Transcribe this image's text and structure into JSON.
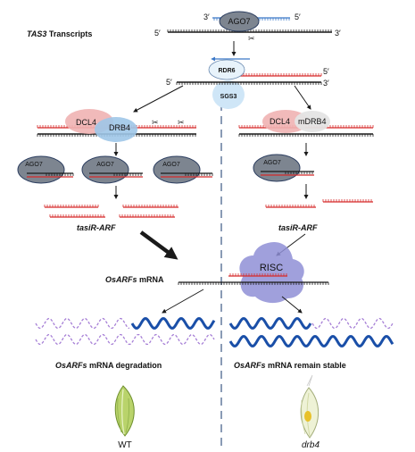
{
  "labels": {
    "tas3_gene": "TAS3",
    "transcripts": " Transcripts",
    "ago7": "AGO7",
    "rdr6": "RDR6",
    "sgs3": "SGS3",
    "dcl4_left": "DCL4",
    "drb4_left": "DRB4",
    "dcl4_right": "DCL4",
    "mdrb4_right": "mDRB4",
    "tasir_left": "tasiR-ARF",
    "tasir_right": "tasiR-ARF",
    "osarfs_gene": "OsARFs",
    "mrna": " mRNA",
    "risc": "RISC",
    "degradation_gene": "OsARFs",
    "degradation_text": " mRNA degradation",
    "stable_gene": "OsARFs",
    "stable_text": " mRNA remain stable",
    "wt": "WT",
    "drb4_mutant": "drb4",
    "five_prime": "5′",
    "three_prime": "3′"
  },
  "colors": {
    "strand": "#1a1a1a",
    "red_strand": "#d62a2a",
    "blue_arrow": "#3a78c8",
    "ago7_fill": "#7d8590",
    "sgs3_fill": "#cfe6f7",
    "dcl4_fill": "#f0b3b3",
    "drb4_fill": "#9fc6e8",
    "risc_fill": "#8f8fd6",
    "mrna_blue": "#1a4fa8",
    "mrna_purple": "#a67fd6",
    "divider": "#8a9bb5"
  }
}
